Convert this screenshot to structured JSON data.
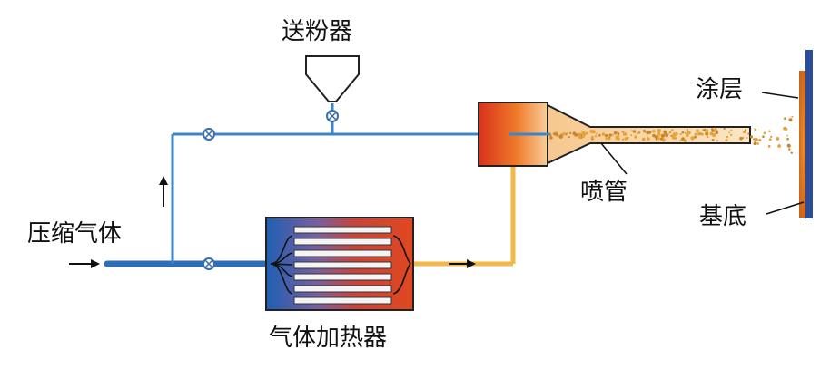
{
  "labels": {
    "powder_feeder": "送粉器",
    "compressed_gas": "压缩气体",
    "gas_heater": "气体加热器",
    "nozzle": "喷管",
    "coating": "涂层",
    "substrate": "基底"
  },
  "colors": {
    "cold_pipe": "#2d6fb5",
    "hot_pipe": "#f2b84a",
    "substrate": "#2b4c9a",
    "coating": "#d9741f",
    "heater_cold": "#1f5fb3",
    "heater_hot": "#d9381e",
    "chamber_hot": "#e24a1c",
    "particle": "#e7a23a"
  }
}
